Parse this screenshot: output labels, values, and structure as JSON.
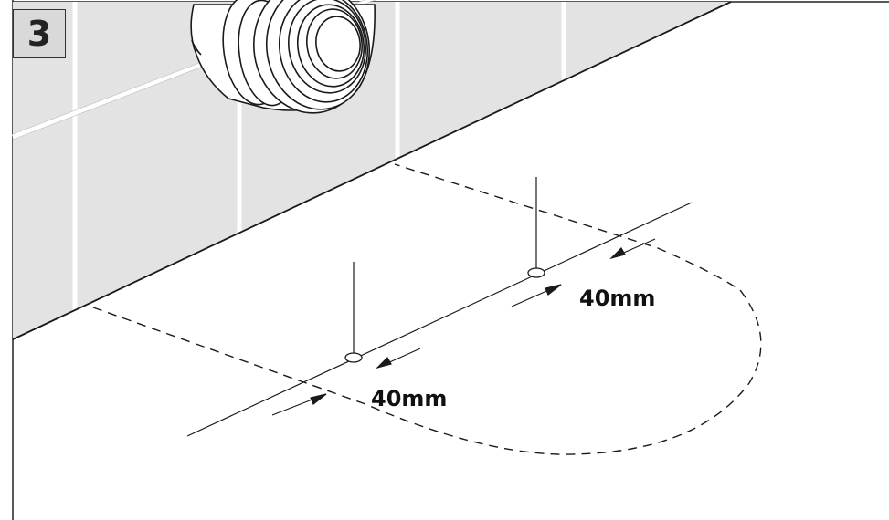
{
  "step": {
    "number": "3"
  },
  "dimensions": [
    {
      "label": "40mm"
    },
    {
      "label": "40mm"
    }
  ],
  "colors": {
    "tile_fill": "#e3e3e3",
    "grout": "#ffffff",
    "line": "#1a1a1a",
    "badge_fill": "#d9d9d9"
  },
  "icons": [
    "waste-pipe-icon",
    "drill-hole-icon",
    "dimension-arrow-icon"
  ]
}
